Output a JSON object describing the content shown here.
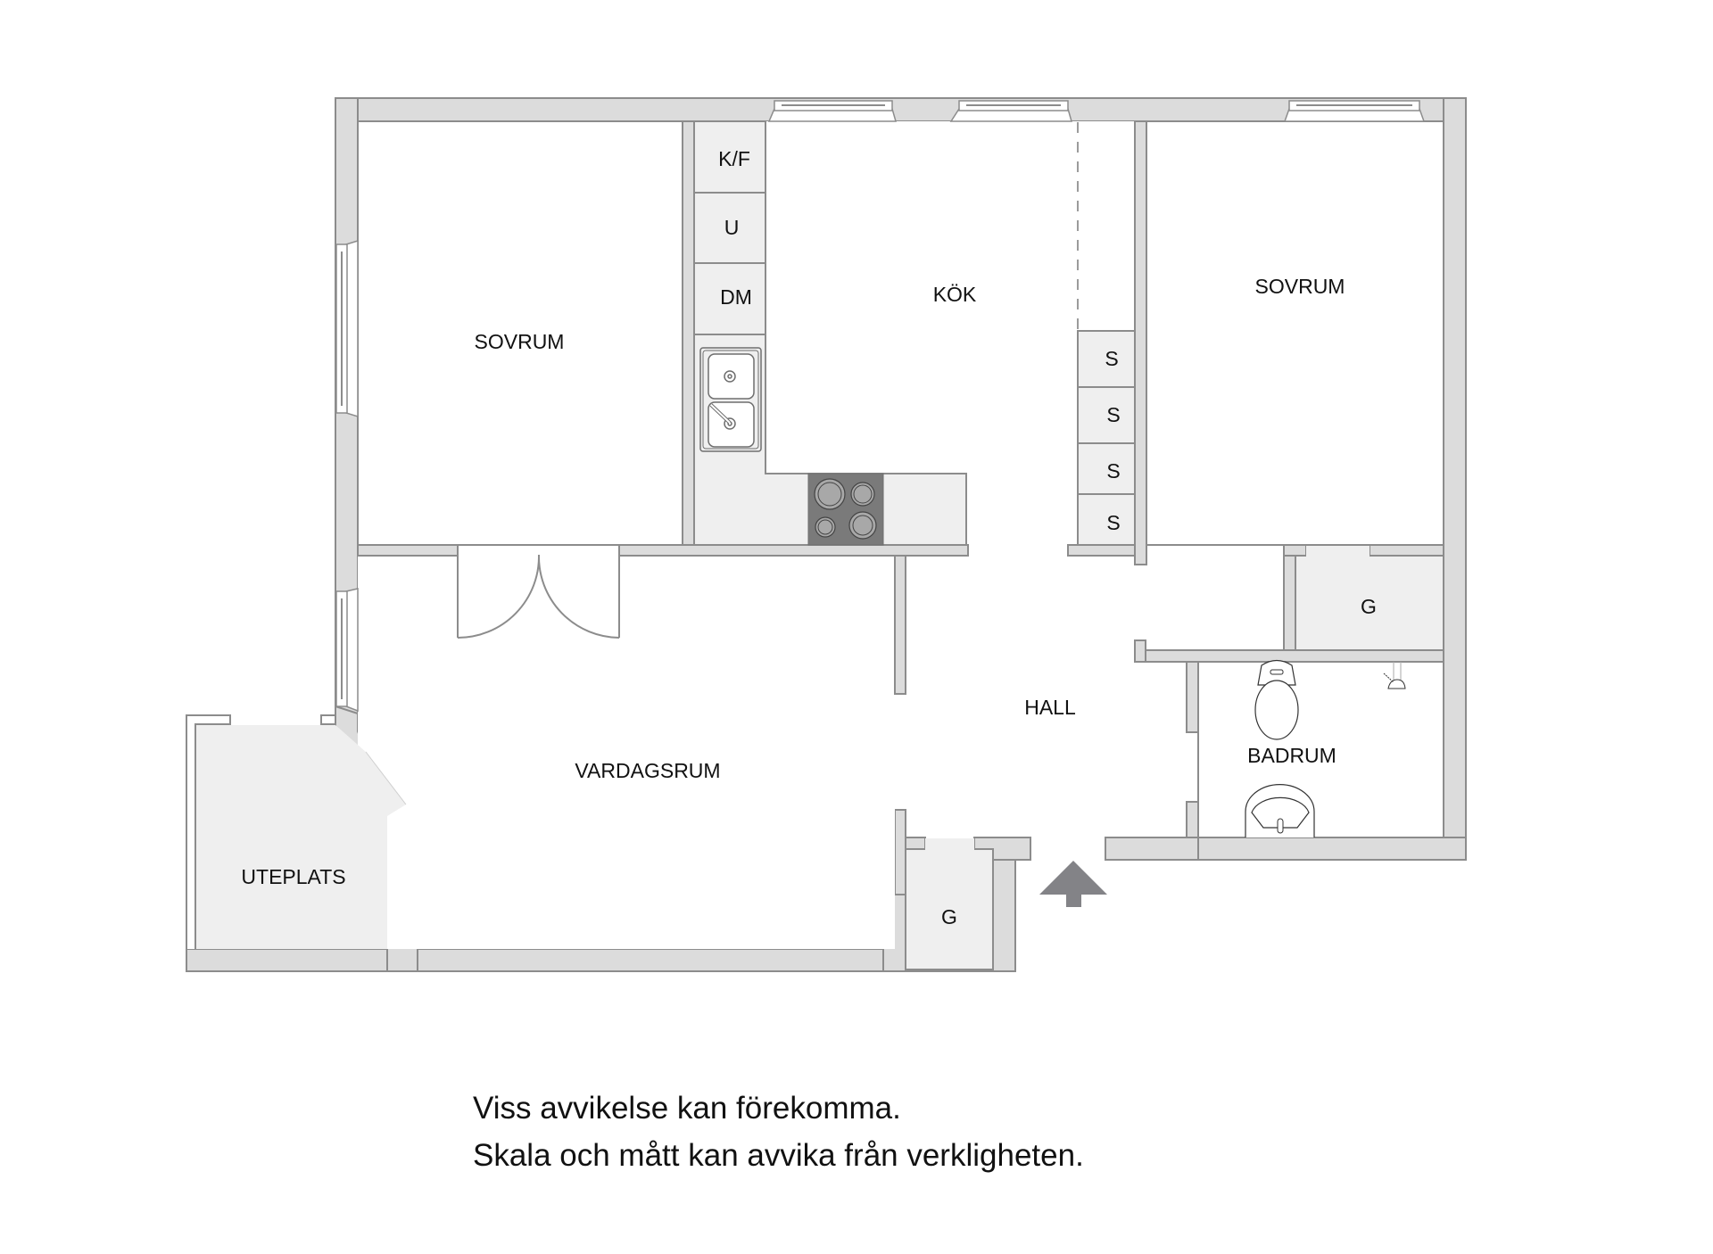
{
  "rooms": {
    "sovrum_left": "SOVRUM",
    "kok": "KÖK",
    "sovrum_right": "SOVRUM",
    "vardagsrum": "VARDAGSRUM",
    "hall": "HALL",
    "badrum": "BADRUM",
    "uteplats": "UTEPLATS"
  },
  "closets": {
    "g_bedroom": "G",
    "g_hall": "G"
  },
  "kitchen_appliances": [
    {
      "code": "K/F"
    },
    {
      "code": "U"
    },
    {
      "code": "DM"
    }
  ],
  "wardrobe_units": [
    "S",
    "S",
    "S",
    "S"
  ],
  "symbols": {
    "entrance": "entrance-arrow",
    "sink_kitchen": "double-sink",
    "stove": "four-burner-stove",
    "toilet": "toilet",
    "bath_sink": "wash-basin",
    "shower": "shower-head"
  },
  "colors": {
    "wall_fill": "#dcdcdc",
    "wall_stroke": "#8c8c8c",
    "fixture_fill": "#efefef",
    "stove": "#7a7a7a",
    "arrow": "#838387"
  },
  "disclaimer": {
    "line1": "Viss avvikelse kan förekomma.",
    "line2": "Skala och mått kan avvika från verkligheten."
  }
}
